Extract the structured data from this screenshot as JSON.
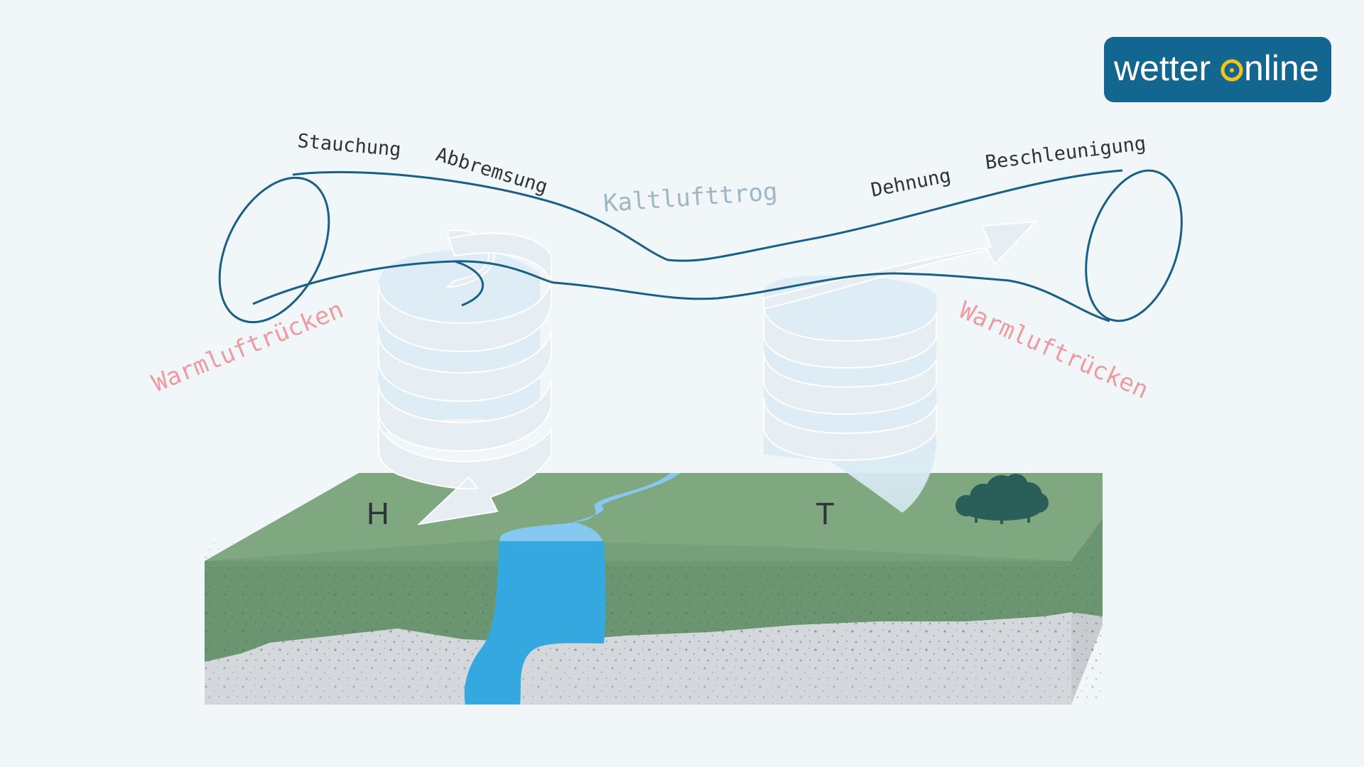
{
  "logo": {
    "text_left": "wetter",
    "text_right": "nline",
    "background": "#136690"
  },
  "labels": {
    "stauchung": "Stauchung",
    "abbremsung": "Abbremsung",
    "kaltlufttrog": "Kaltlufttrog",
    "dehnung": "Dehnung",
    "beschleunigung": "Beschleunigung",
    "warmluft_left": "Warmluftrücken",
    "warmluft_right": "Warmluftrücken"
  },
  "pressure": {
    "high": "H",
    "low": "T"
  },
  "colors": {
    "tube": "#1a5f85",
    "warm": "#ef9aa0",
    "cold": "#9db7c7",
    "grass_top": "#80a880",
    "soil": "#6b9570",
    "rock": "#d4d8dc",
    "water": "#3aa8e0",
    "spiral": "#e6eef3"
  }
}
